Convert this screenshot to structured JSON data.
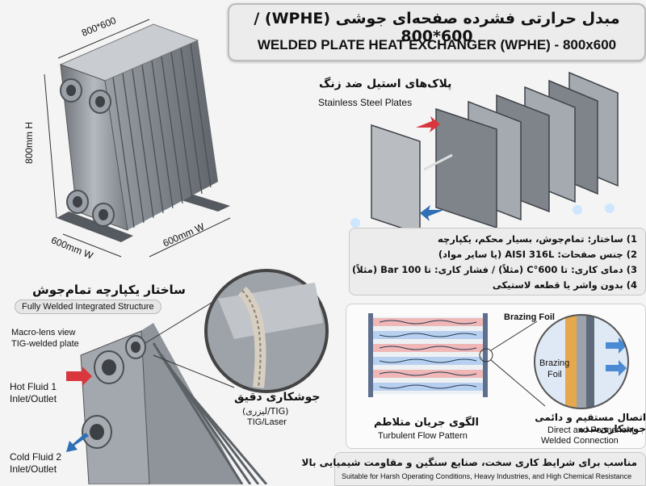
{
  "title": {
    "fa": "مبدل حرارتی فشرده صفحه‌ای جوشی (WPHE) / 800*600",
    "en": "WELDED PLATE HEAT EXCHANGER (WPHE) - 800x600"
  },
  "dimensions": {
    "top": "800*600",
    "height": "800mm H",
    "width_left": "600mm W",
    "width_right": "600mm W"
  },
  "plates": {
    "fa": "پلاک‌های استیل ضد زنگ",
    "en": "Stainless Steel Plates"
  },
  "specs": [
    "1) ساختار: تمام‌جوش، بسیار محکم، یکپارچه",
    "2) جنس صفحات: AISI 316L (یا سایر مواد)",
    "3) دمای کاری: تا 600°C (مثلاً) / فشار کاری: تا 100 Bar (مثلاً)",
    "4) بدون واشر یا قطعه لاستیکی"
  ],
  "integrated": {
    "fa": "ساختار یکپارچه تمام‌جوش",
    "en": "Fully Welded Integrated Structure"
  },
  "macro": {
    "line1": "Macro-lens view",
    "line2": "TIG-welded plate"
  },
  "hot_fluid": {
    "line1": "Hot Fluid 1",
    "line2": "Inlet/Outlet"
  },
  "cold_fluid": {
    "line1": "Cold Fluid 2",
    "line2": "Inlet/Outlet"
  },
  "welding": {
    "fa": "جوشکاری دقیق",
    "fa2": "(TIG/لیزری)",
    "en": "TIG/Laser"
  },
  "flow": {
    "fa": "الگوی جریان متلاطم",
    "en": "Turbulent Flow Pattern"
  },
  "brazing": {
    "label_top": "Brazing Foil",
    "label_mid1": "Brazing",
    "label_mid2": "Foil"
  },
  "connection": {
    "fa": "اتصال مستقیم و دائمی جوشکاری‌شده",
    "en1": "Direct and Permanent",
    "en2": "Welded Connection"
  },
  "bottom": {
    "fa": "مناسب برای شرایط کاری سخت، صنایع سنگین و مقاومت شیمیایی بالا",
    "en": "Suitable for Harsh Operating Conditions, Heavy Industries, and High Chemical Resistance"
  },
  "colors": {
    "hot": "#d9363e",
    "cold": "#2f6fb5",
    "steel": "#8a8f96"
  }
}
